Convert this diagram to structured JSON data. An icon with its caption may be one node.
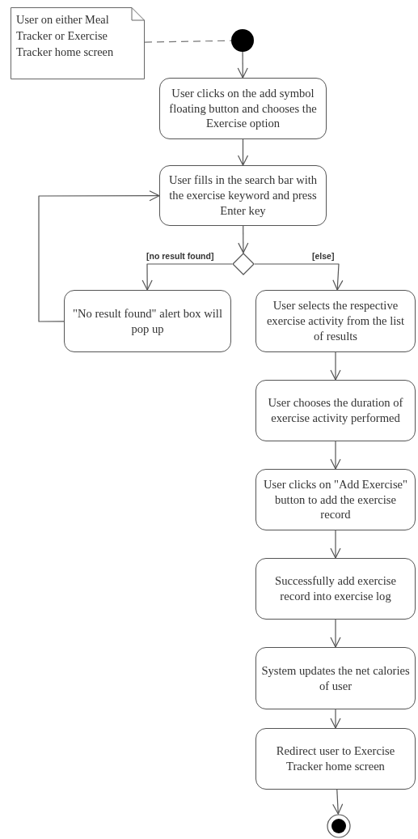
{
  "diagram": {
    "nodes": [
      {
        "text": [
          "User on either Meal Tracker or Exercise Tracker home screen"
        ]
      },
      {
        "text": [],
        "shape": "circle"
      },
      {
        "text": [
          "User clicks on the add symbol floating button and chooses the Exercise option"
        ]
      },
      {
        "text": [
          "User fills in the search bar with the exercise keyword and press Enter key"
        ]
      },
      {
        "text": [],
        "shape": "diamond"
      },
      {
        "text": [
          "\"No result found\" alert box will pop up"
        ]
      },
      {
        "text": [
          "User selects the respective exercise activity from the list of results"
        ]
      },
      {
        "text": [
          "User chooses the duration of exercise activity performed"
        ]
      },
      {
        "text": [
          "User clicks on \"Add Exercise\" button to add the exercise record"
        ]
      },
      {
        "text": [
          "Successfully add exercise record into exercise log"
        ]
      },
      {
        "text": [
          "System updates the net calories of user"
        ]
      },
      {
        "text": [
          "Redirect user to Exercise Tracker home screen"
        ]
      },
      {
        "text": [],
        "shape": "circle"
      }
    ],
    "edges": [
      {
        "from": 0,
        "to": 1,
        "arrow": "none",
        "style": "dashed"
      },
      {
        "from": 1,
        "to": 2,
        "arrow": "to"
      },
      {
        "from": 2,
        "to": 3,
        "arrow": "to"
      },
      {
        "from": 3,
        "to": 4,
        "arrow": "to"
      },
      {
        "from": 4,
        "to": 5,
        "arrow": "to",
        "label": "[no result found]"
      },
      {
        "from": 4,
        "to": 6,
        "arrow": "to",
        "label": "[else]"
      },
      {
        "from": 5,
        "to": 3,
        "arrow": "to"
      },
      {
        "from": 6,
        "to": 7,
        "arrow": "to"
      },
      {
        "from": 7,
        "to": 8,
        "arrow": "to"
      },
      {
        "from": 8,
        "to": 9,
        "arrow": "to"
      },
      {
        "from": 9,
        "to": 10,
        "arrow": "to"
      },
      {
        "from": 10,
        "to": 11,
        "arrow": "to"
      },
      {
        "from": 11,
        "to": 12,
        "arrow": "to"
      }
    ]
  }
}
